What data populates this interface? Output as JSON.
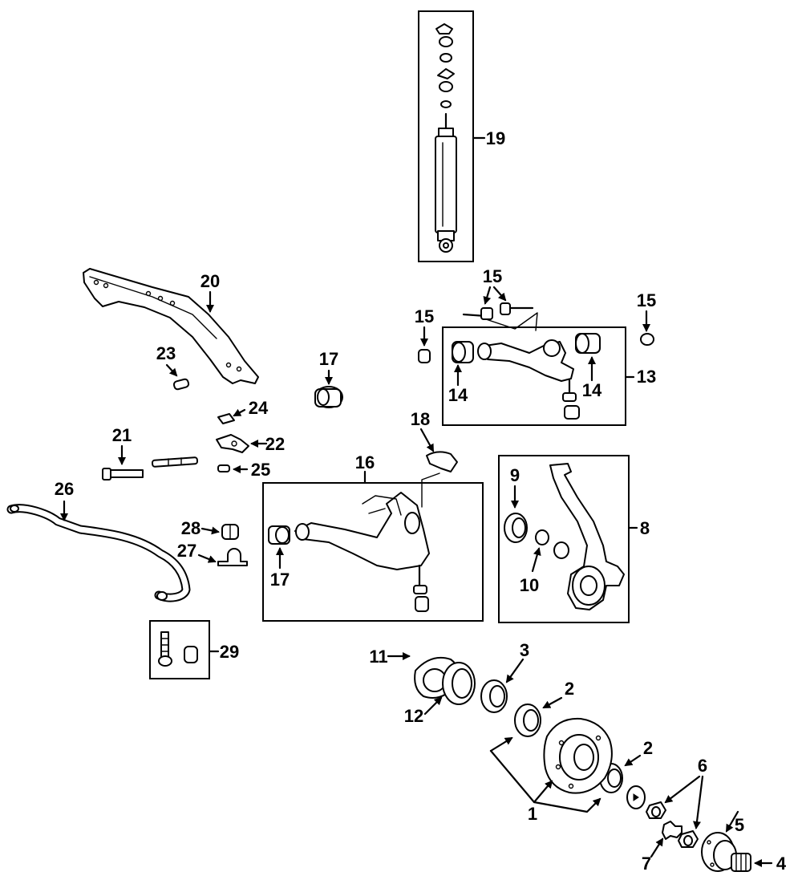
{
  "callouts": {
    "c1": "1",
    "c2a": "2",
    "c2b": "2",
    "c3": "3",
    "c4": "4",
    "c5": "5",
    "c6": "6",
    "c7": "7",
    "c8": "8",
    "c9": "9",
    "c10": "10",
    "c11": "11",
    "c12": "12",
    "c13": "13",
    "c14a": "14",
    "c14b": "14",
    "c15a": "15",
    "c15b": "15",
    "c15c": "15",
    "c16": "16",
    "c17a": "17",
    "c17b": "17",
    "c18": "18",
    "c19": "19",
    "c20": "20",
    "c21": "21",
    "c22": "22",
    "c23": "23",
    "c24": "24",
    "c25": "25",
    "c26": "26",
    "c27": "27",
    "c28": "28",
    "c29": "29"
  },
  "colors": {
    "ink": "#000000",
    "paper": "#ffffff",
    "shade": "#bdbdbd"
  }
}
